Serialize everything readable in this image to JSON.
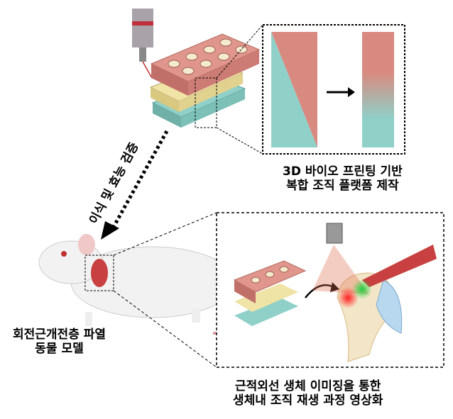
{
  "labels": {
    "fabrication": [
      "3D 바이오 프린팅 기반",
      "복합 조직 플랫폼 제작"
    ],
    "transplant": "이식 및 효능 검증",
    "animal_model": [
      "회전근개전층 파열",
      "동물 모델"
    ],
    "imaging": [
      "근적외선 생체 이미징을 통한",
      "생체내 조직 재생 과정 영상화"
    ]
  },
  "colors": {
    "tendon": "#d98a80",
    "bone": "#8fd0c8",
    "interface": "#efe3a6"
  }
}
